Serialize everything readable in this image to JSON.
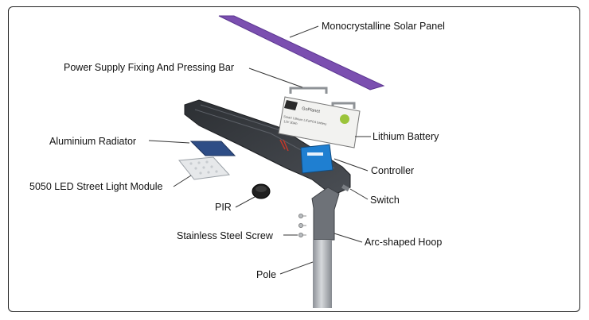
{
  "labels": {
    "solar_panel": "Monocrystalline Solar Panel",
    "fixing_bar": "Power Supply Fixing And Pressing Bar",
    "radiator": "Aluminium Radiator",
    "led_module": "5050 LED Street Light Module",
    "pir": "PIR",
    "screw": "Stainless Steel Screw",
    "pole": "Pole",
    "battery": "Lithium Battery",
    "controller": "Controller",
    "switch": "Switch",
    "hoop": "Arc-shaped Hoop"
  },
  "battery_text": {
    "brand": "GoPlanet",
    "line1": "Smart Lithium LiFePO4 battery",
    "line2": "12V 30Ah"
  },
  "colors": {
    "solar_panel": "#7b4fb0",
    "housing": "#3a3d42",
    "controller": "#1f7fd1",
    "battery_logo": "#9bc43a",
    "pole": "#a9adb3"
  }
}
